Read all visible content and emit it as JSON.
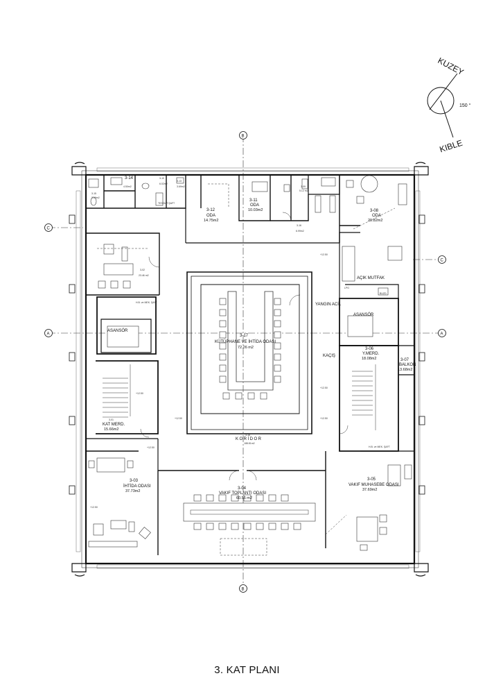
{
  "title": "3. KAT PLANI",
  "compass": {
    "north_label": "KUZEY",
    "qibla_label": "KIBLE",
    "angle_label": "150 °"
  },
  "axes": {
    "a": "A",
    "b": "B",
    "c": "C"
  },
  "rooms": {
    "r310": {
      "code": "3-10",
      "name": "",
      "area": "6.02m2"
    },
    "r314": {
      "code": "3-14",
      "name": "",
      "area": "4.50m2"
    },
    "r315": {
      "code": "3-15",
      "name": "",
      "area": "3.69m2"
    },
    "r313": {
      "code": "3-13",
      "name": "",
      "area": "3.69m2"
    },
    "r312": {
      "code": "3-12",
      "name": "ODA",
      "area": "14.75m2"
    },
    "r311": {
      "code": "3-11",
      "name": "ODA",
      "area": "10.03m2"
    },
    "r309": {
      "code": "3-09",
      "name": "",
      "area": "5.12 m2"
    },
    "r308": {
      "code": "3-08",
      "name": "ODA",
      "area": "29.82m2"
    },
    "r316": {
      "code": "3-16",
      "name": "",
      "area": "6.99m2"
    },
    "r302": {
      "code": "3-02",
      "name": "",
      "area": "23.46 m2"
    },
    "r317": {
      "code": "3-17",
      "name": "KÜTÜPHANE VE İHTİDA ODASI",
      "area": "72.26 m2"
    },
    "r306": {
      "code": "3-06",
      "name": "Y.MERD.",
      "area": "18.08m2"
    },
    "r307": {
      "code": "3-07",
      "name": "BALKON",
      "area": "13.68m2"
    },
    "r301": {
      "code": "3-01",
      "name": "KAT MERD.",
      "area": "15.66m2"
    },
    "r318": {
      "code": "3-18",
      "name": "KORİDOR",
      "area": "188.81m2"
    },
    "r303": {
      "code": "3-03",
      "name": "İHTİDA ODASI",
      "area": "37.73m2"
    },
    "r304": {
      "code": "3-04",
      "name": "VAKIF TOPLANTI ODASI",
      "area": "60.56 m2"
    },
    "r305": {
      "code": "3-05",
      "name": "VAKIF MUHASEBE ODASI",
      "area": "37.69m2"
    }
  },
  "labels": {
    "asansor_left": "ASANSÖR",
    "asansor_right": "ASANSÖR",
    "hb_mek_saft_left": "H.B. ve MEK. ŞAFT",
    "hb_mek_saft_right": "H.B. ve MEK. ŞAFT",
    "acik_mutfak": "AÇIK MUTFAK",
    "yangin_acil": "YANGIN ACİL",
    "kacis": "KAÇIŞ",
    "tesisat_saft": "TESİSAT ŞAFT",
    "lpg": "LPG",
    "buzd": "BUZD.",
    "kuzey_merd": "KAT MERD."
  },
  "levels": [
    "+12.50",
    "+12.50",
    "+12.50",
    "+12.50",
    "+12.50",
    "+12.50",
    "+12.50"
  ]
}
